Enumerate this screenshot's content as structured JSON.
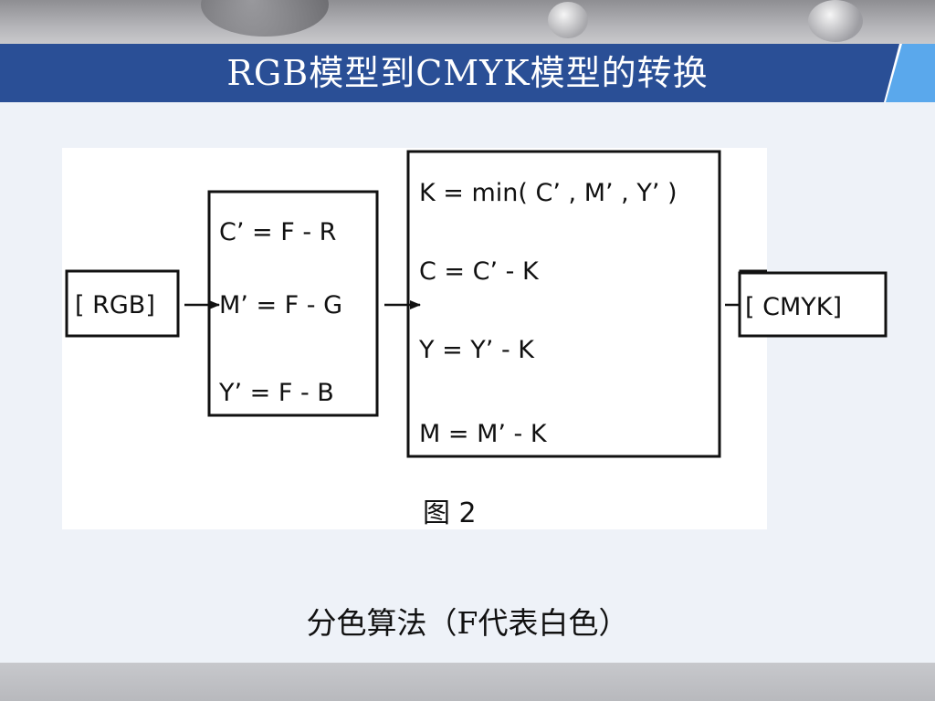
{
  "slide": {
    "title": "RGB模型到CMYK模型的转换",
    "subtitle": "分色算法（F代表白色）",
    "colors": {
      "title_bar": "#2a4f96",
      "accent": "#5aa8ec",
      "background": "#eef2f8"
    }
  },
  "diagram": {
    "input_label": "[ RGB]",
    "output_label": "[ CMYK]",
    "step1": [
      "C’ = F -  R",
      "M’ = F -  G",
      "Y’ = F -  B"
    ],
    "step2": [
      "K = min( C’ , M’ , Y’ )",
      "C = C’ -  K",
      "Y = Y’ -  K",
      "M = M’ -  K"
    ],
    "caption": "图 2"
  }
}
